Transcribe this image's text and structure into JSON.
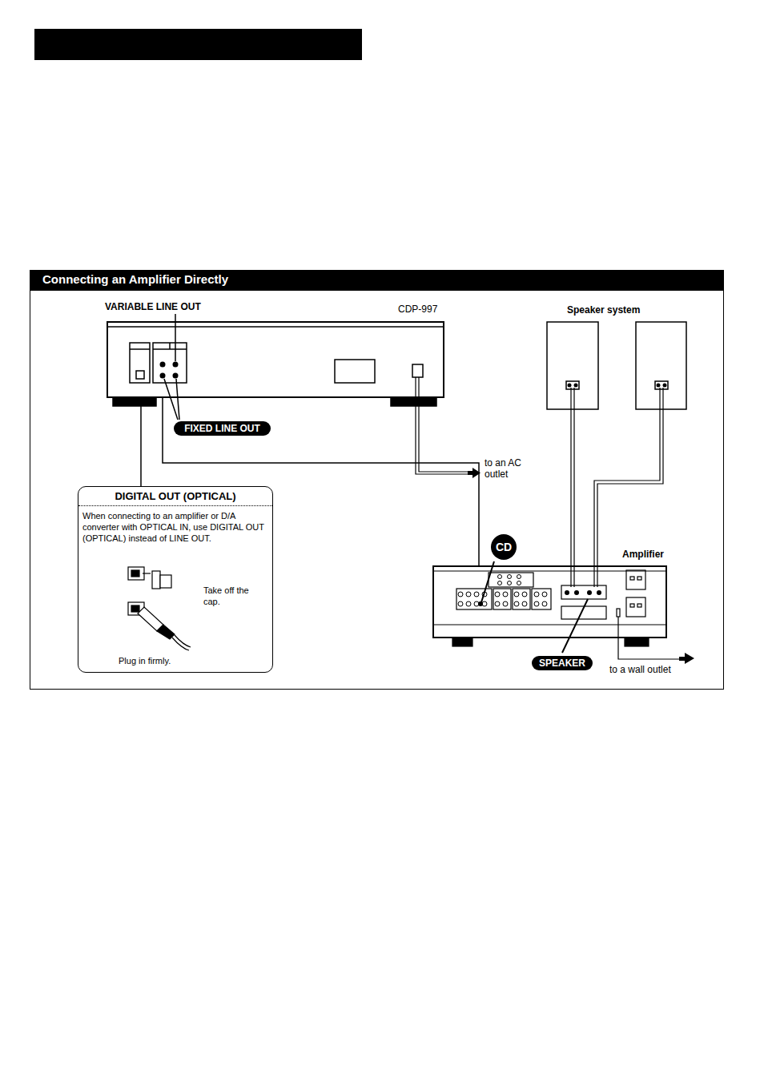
{
  "diagram": {
    "title": "Connecting an Amplifier Directly",
    "nodes": [
      {
        "text": [
          "CDP-997"
        ]
      },
      {
        "text": [
          "DIGITAL OUT (OPTICAL)",
          "When connecting to an amplifier or D/A converter with OPTICAL IN, use DIGITAL OUT (OPTICAL) instead of LINE OUT.",
          "Take off the cap.",
          "Plug in firmly."
        ]
      },
      {
        "text": [
          "Amplifier"
        ]
      }
    ],
    "edges": [
      {
        "from": 0,
        "to": 1,
        "arrow": "none"
      },
      {
        "from": 0,
        "to": 2,
        "arrow": "none"
      }
    ],
    "labels": [
      "VARIABLE LINE OUT",
      "FIXED LINE OUT",
      "to an AC outlet",
      "Speaker system",
      "CD",
      "SPEAKER",
      "to a wall outlet"
    ]
  }
}
